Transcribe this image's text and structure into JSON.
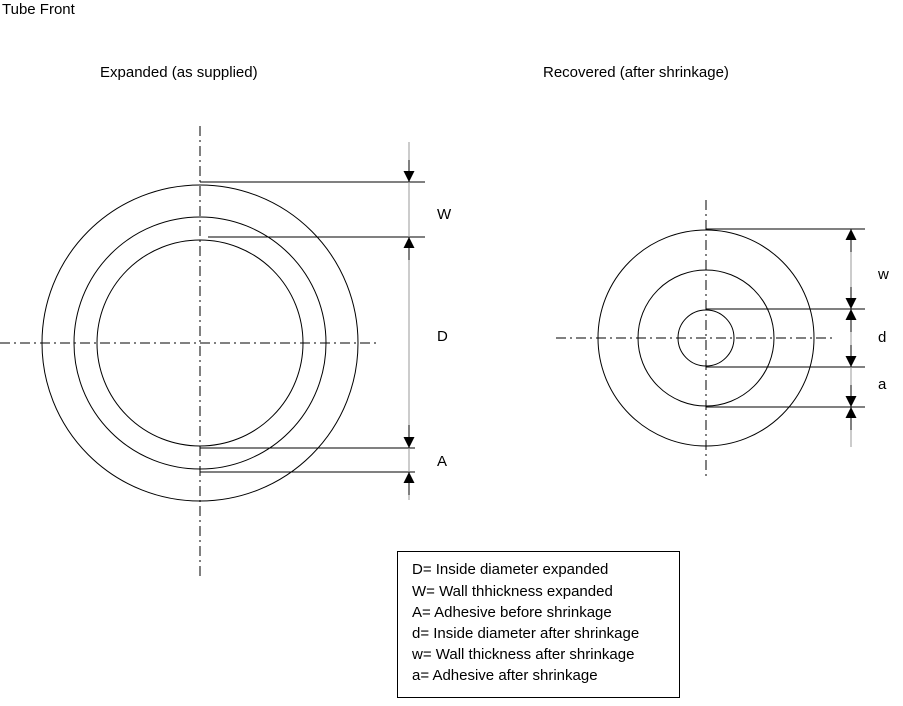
{
  "page_title": "Tube Front",
  "expanded": {
    "title": "Expanded (as supplied)",
    "labels": {
      "W": "W",
      "D": "D",
      "A": "A"
    }
  },
  "recovered": {
    "title": "Recovered (after shrinkage)",
    "labels": {
      "w": "w",
      "d": "d",
      "a": "a"
    }
  },
  "legend": {
    "lines": [
      "D=  Inside diameter expanded",
      "W= Wall thhickness expanded",
      "A= Adhesive before shrinkage",
      "d= Inside diameter after shrinkage",
      "w= Wall thickness after shrinkage",
      "a= Adhesive after shrinkage"
    ]
  }
}
